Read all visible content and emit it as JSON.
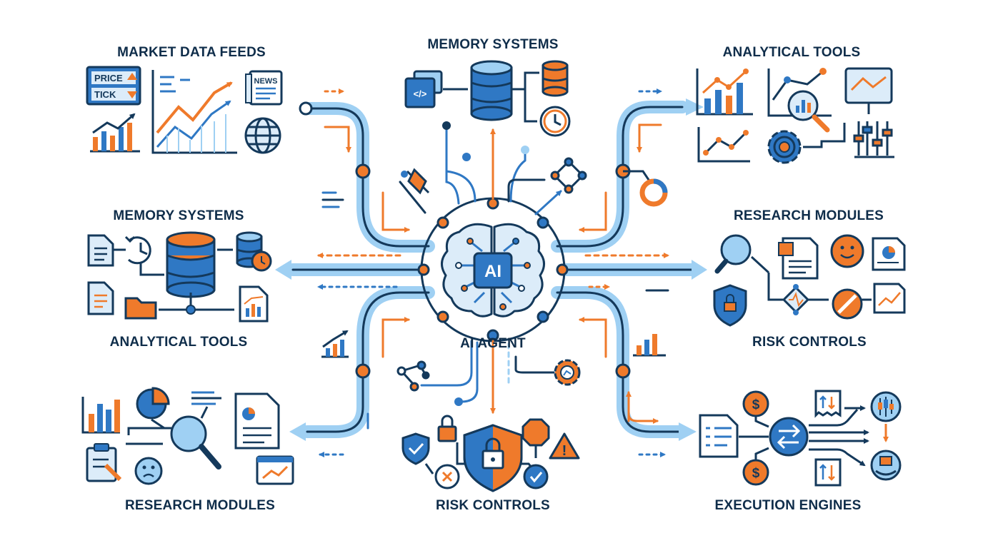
{
  "colors": {
    "navy": "#14395b",
    "blue": "#2f78c4",
    "light_blue": "#9fd0f3",
    "orange": "#ef7a2b",
    "pale_blue": "#dcecf9",
    "white": "#ffffff"
  },
  "center": {
    "badge": "AI",
    "label": "AI AGENT"
  },
  "labels": {
    "market_data_feeds": "MARKET DATA FEEDS",
    "memory_top": "MEMORY SYSTEMS",
    "analytical_top": "ANALYTICAL TOOLS",
    "memory_left": "MEMORY SYSTEMS",
    "research_right": "RESEARCH MODULES",
    "analytical_left": "ANALYTICAL TOOLS",
    "risk_right": "RISK CONTROLS",
    "research_bottom": "RESEARCH MODULES",
    "risk_bottom": "RISK CONTROLS",
    "execution_engines": "EXECUTION ENGINES"
  },
  "ticker": {
    "price": "PRICE",
    "tick": "TICK",
    "news": "NEWS"
  },
  "icons": {
    "code": "</>",
    "dollar": "$",
    "warning": "!"
  }
}
